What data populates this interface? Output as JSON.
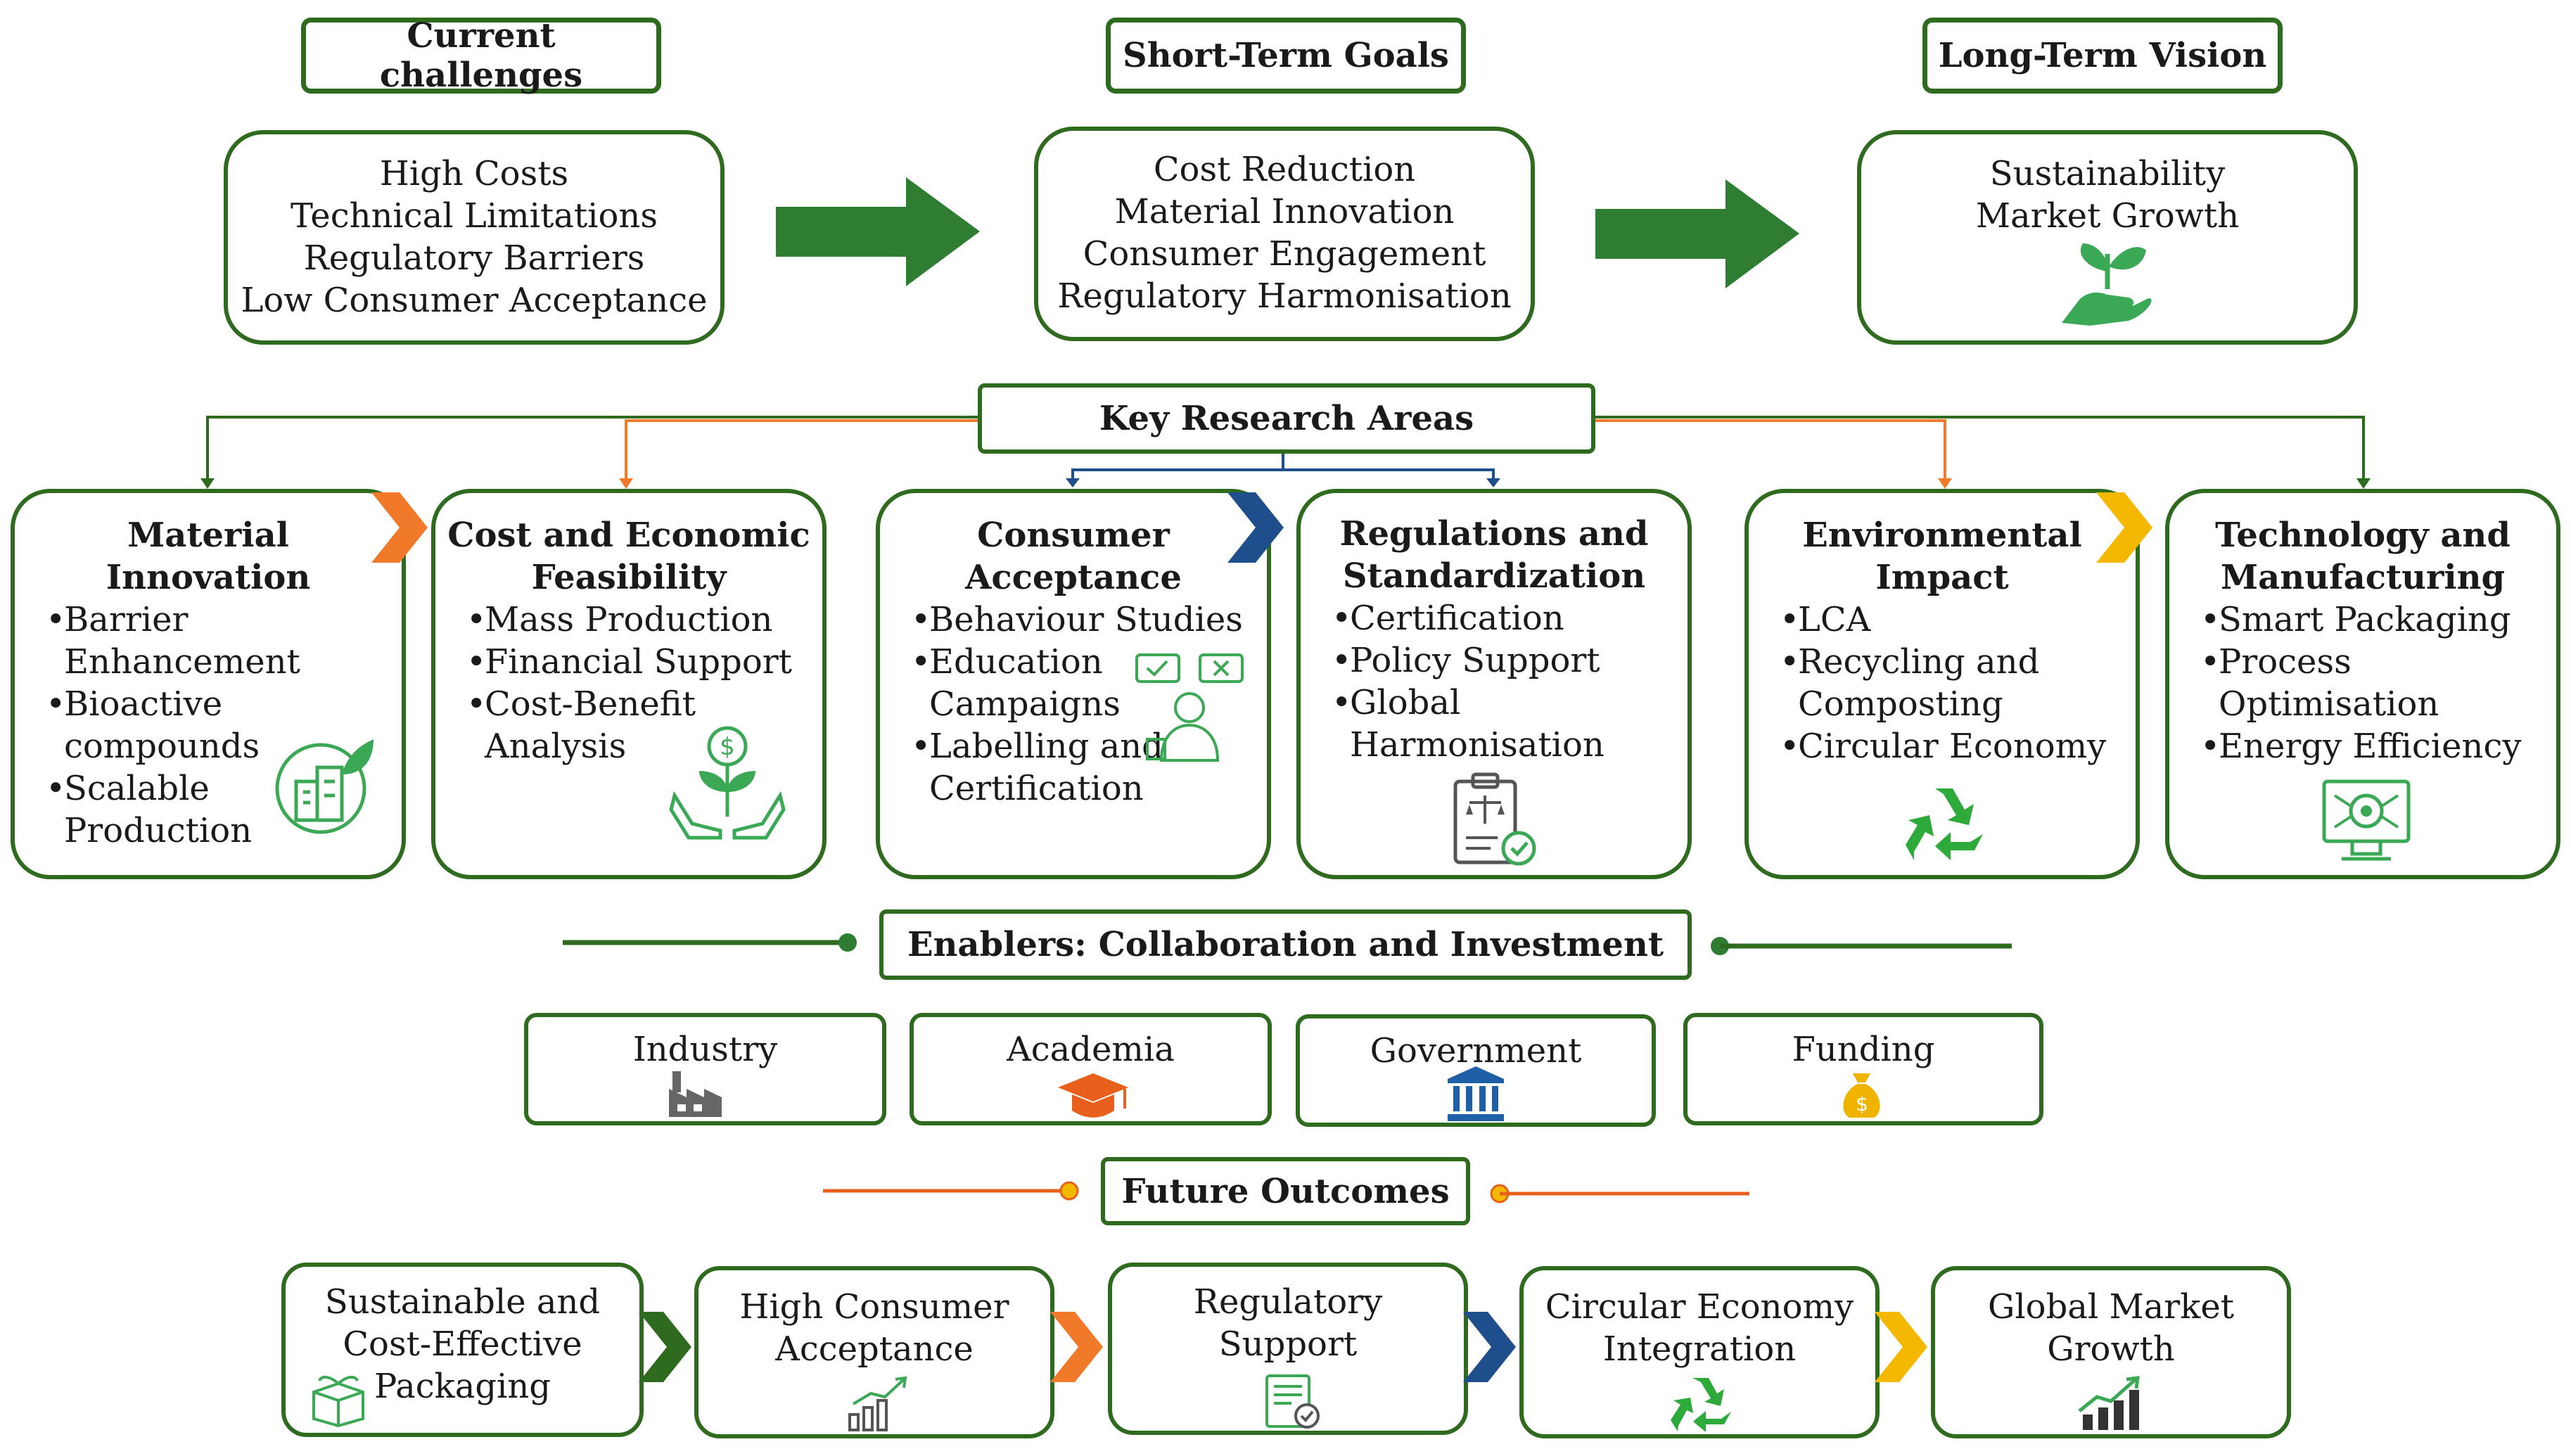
{
  "headers": {
    "current": "Current challenges",
    "short_term": "Short-Term Goals",
    "long_term": "Long-Term Vision"
  },
  "current_challenges": [
    "High Costs",
    "Technical Limitations",
    "Regulatory Barriers",
    "Low Consumer Acceptance"
  ],
  "short_term_goals": [
    "Cost Reduction",
    "Material Innovation",
    "Consumer Engagement",
    "Regulatory Harmonisation"
  ],
  "long_term_vision": [
    "Sustainability",
    "Market Growth"
  ],
  "key_research": "Key Research Areas",
  "research_areas": [
    {
      "title": [
        "Material",
        "Innovation"
      ],
      "bullets": [
        [
          "Barrier",
          "Enhancement"
        ],
        [
          "Bioactive",
          "compounds"
        ],
        [
          "Scalable",
          "Production"
        ]
      ],
      "icon": "green-building-icon",
      "chevron_color": "#f07a2a"
    },
    {
      "title": [
        "Cost and Economic",
        "Feasibility"
      ],
      "bullets": [
        [
          "Mass Production"
        ],
        [
          "Financial Support"
        ],
        [
          "Cost-Benefit",
          "Analysis"
        ]
      ],
      "icon": "money-plant-icon"
    },
    {
      "title": [
        "Consumer",
        "Acceptance"
      ],
      "bullets": [
        [
          "Behaviour Studies"
        ],
        [
          "Education",
          "Campaigns"
        ],
        [
          "Labelling and",
          "Certification"
        ]
      ],
      "icon": "consumer-feedback-icon",
      "chevron_color": "#1f4e8c"
    },
    {
      "title": [
        "Regulations and",
        "Standardization"
      ],
      "bullets": [
        [
          "Certification"
        ],
        [
          "Policy Support"
        ],
        [
          "Global",
          "Harmonisation"
        ]
      ],
      "icon": "regulation-clipboard-icon"
    },
    {
      "title": [
        "Environmental",
        "Impact"
      ],
      "bullets": [
        [
          "LCA"
        ],
        [
          "Recycling and",
          "Composting"
        ],
        [
          "Circular Economy"
        ]
      ],
      "icon": "recycle-icon",
      "chevron_color": "#f5b800"
    },
    {
      "title": [
        "Technology and",
        "Manufacturing"
      ],
      "bullets": [
        [
          "Smart Packaging"
        ],
        [
          "Process",
          "Optimisation"
        ],
        [
          "Energy Efficiency"
        ]
      ],
      "icon": "computer-chip-icon"
    }
  ],
  "enablers": {
    "title": "Enablers: Collaboration and Investment",
    "items": [
      {
        "label": "Industry",
        "icon": "factory-icon"
      },
      {
        "label": "Academia",
        "icon": "graduation-cap-icon"
      },
      {
        "label": "Government",
        "icon": "government-building-icon"
      },
      {
        "label": "Funding",
        "icon": "money-bag-icon"
      }
    ]
  },
  "future": {
    "title": "Future Outcomes",
    "items": [
      {
        "lines": [
          "Sustainable and",
          "Cost-Effective",
          "Packaging"
        ],
        "icon": "eco-package-icon"
      },
      {
        "lines": [
          "High Consumer",
          "Acceptance"
        ],
        "icon": "growth-people-icon"
      },
      {
        "lines": [
          "Regulatory",
          "Support"
        ],
        "icon": "regulation-document-icon"
      },
      {
        "lines": [
          "Circular Economy",
          "Integration"
        ],
        "icon": "recycle-icon"
      },
      {
        "lines": [
          "Global Market",
          "Growth"
        ],
        "icon": "bar-chart-icon"
      }
    ],
    "chevron_colors": [
      "#2e6b1f",
      "#f07a2a",
      "#1f4e8c",
      "#f5b800"
    ]
  },
  "colors": {
    "border_green": "#2e6b1f",
    "arrow_green": "#2e7d32",
    "orange": "#f07a2a",
    "blue": "#1f4e8c",
    "yellow": "#f5b800",
    "icon_green": "#3aa855"
  }
}
